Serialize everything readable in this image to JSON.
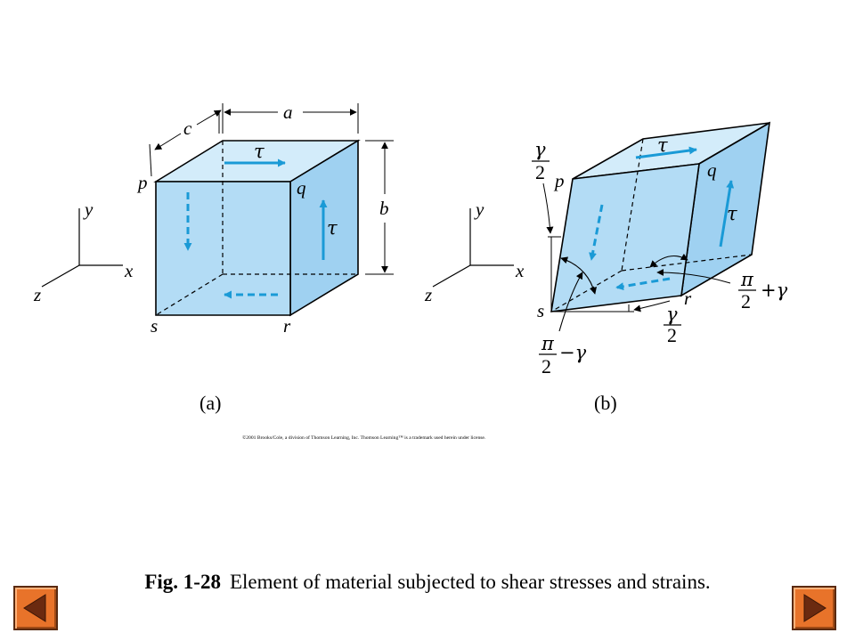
{
  "labels": {
    "a": {
      "c": "c",
      "a": "a",
      "b": "b",
      "p": "p",
      "q": "q",
      "s": "s",
      "r": "r",
      "x": "x",
      "y": "y",
      "z": "z",
      "tau_top": "τ",
      "tau_right": "τ"
    },
    "b": {
      "p": "p",
      "q": "q",
      "s": "s",
      "r": "r",
      "x": "x",
      "y": "y",
      "z": "z",
      "tau_top": "τ",
      "tau_right": "τ",
      "gamma_top": "γ",
      "two_top": "2",
      "pi_right": "π",
      "two_right": "2",
      "plus_gamma": "+γ",
      "gamma_bottom": "γ",
      "two_bottom": "2",
      "pi_left": "π",
      "two_left": "2",
      "minus_gamma": "−γ"
    }
  },
  "subfigure_labels": {
    "a": "(a)",
    "b": "(b)"
  },
  "copyright": "©2001 Brooks/Cole, a division of Thomson Learning, Inc.  Thomson Learning™ is a trademark used herein under license.",
  "caption": {
    "number": "Fig. 1-28",
    "text": "Element of material subjected to shear stresses and strains."
  },
  "colors": {
    "face_fill": "#b3dcf5",
    "top_fill": "#d3ecfa",
    "arrow": "#1a9ad6",
    "nav_button": "#e8732a"
  },
  "nav": {
    "prev_icon": "triangle-left-icon",
    "next_icon": "triangle-right-icon"
  }
}
